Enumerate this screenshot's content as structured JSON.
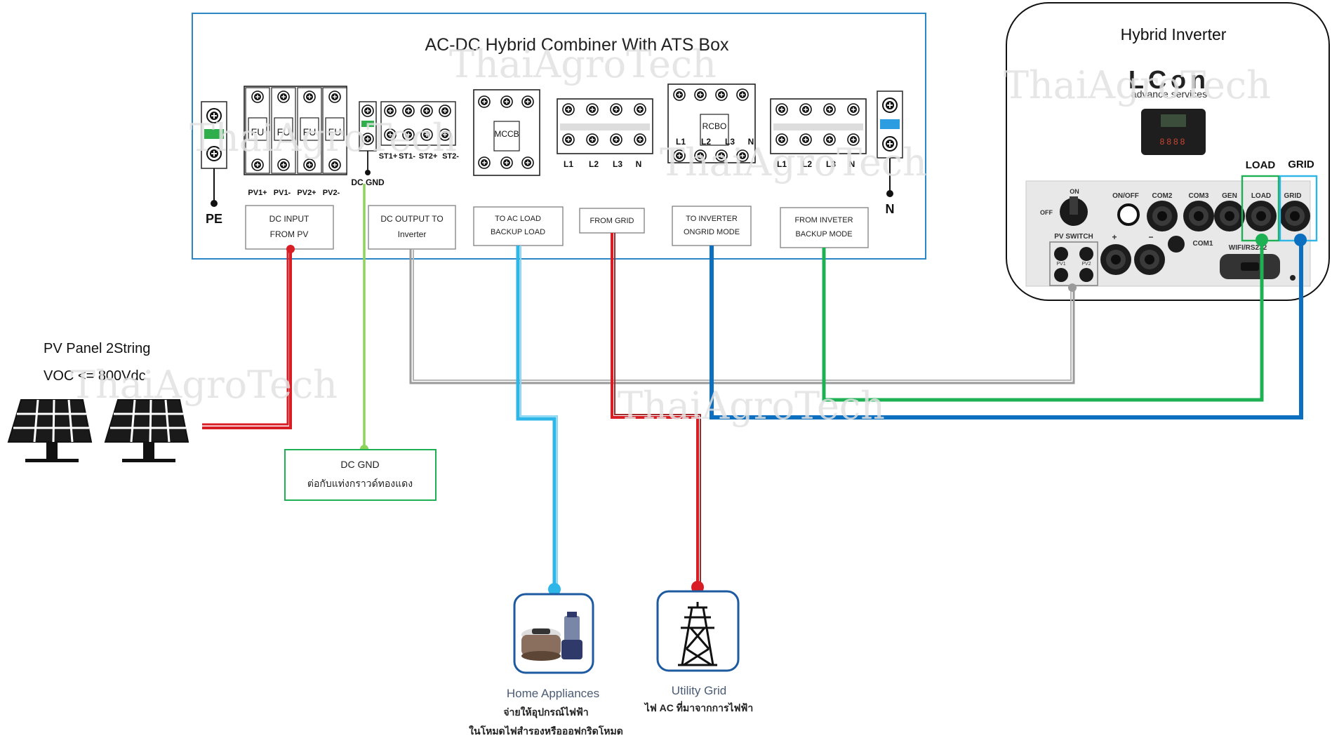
{
  "combiner": {
    "title": "AC-DC Hybrid Combiner With ATS Box",
    "pe_label": "PE",
    "n_label": "N",
    "fuse_label": "FU",
    "fuse_terminals": [
      "PV1+",
      "PV1-",
      "PV2+",
      "PV2-"
    ],
    "dc_gnd_label": "DC GND",
    "st_terminals": [
      "ST1+",
      "ST1-",
      "ST2+",
      "ST2-"
    ],
    "mccb_label": "MCCB",
    "rcbo_label": "RCBO",
    "phase_labels": [
      "L1",
      "L2",
      "L3",
      "N"
    ],
    "boxes": {
      "dc_input": [
        "DC INPUT",
        "FROM PV"
      ],
      "dc_output": [
        "DC OUTPUT TO",
        "Inverter"
      ],
      "to_ac_load": [
        "TO AC LOAD",
        "BACKUP LOAD"
      ],
      "from_grid": [
        "FROM GRID"
      ],
      "to_inverter": [
        "TO INVERTER",
        "ONGRID MODE"
      ],
      "from_inverter": [
        "FROM INVETER",
        "BACKUP MODE"
      ]
    }
  },
  "inverter": {
    "title": "Hybrid Inverter",
    "brand": "LCon",
    "brand_sub": "advance services",
    "display_digits": "8888",
    "load_label": "LOAD",
    "grid_label": "GRID",
    "port_labels": {
      "on": "ON",
      "off": "OFF",
      "on_off": "ON/OFF",
      "com2": "COM2",
      "com3": "COM3",
      "gen": "GEN",
      "load": "LOAD",
      "grid": "GRID",
      "pv_switch": "PV SWITCH",
      "com1": "COM1",
      "wifi": "WIFI/RS232",
      "plus": "+",
      "minus": "−",
      "pv1": "PV1",
      "pv2": "PV2"
    }
  },
  "pv": {
    "line1": "PV Panel 2String",
    "line2": "VOC <= 800Vdc"
  },
  "dc_gnd_note": {
    "title": "DC GND",
    "thai": "ต่อกับแท่งกราวด์ทองแดง"
  },
  "home": {
    "title": "Home Appliances",
    "thai1": "จ่ายให้อุปกรณ์ไฟฟ้า",
    "thai2": "ในโหมดไฟสำรองหรือออฟกริดโหมด"
  },
  "utility": {
    "title": "Utility Grid",
    "thai": "ไฟ AC ที่มาจากการไฟฟ้า"
  },
  "watermark": "ThaiAgroTech",
  "colors": {
    "red": "#d81e24",
    "green": "#1db154",
    "blue": "#0d6fbf",
    "cyan": "#2fb6e8",
    "gray": "#9a9a9a",
    "lightgreen": "#8ed35a",
    "border_blue": "#2b87c6",
    "dark_red": "#a22a2a"
  }
}
